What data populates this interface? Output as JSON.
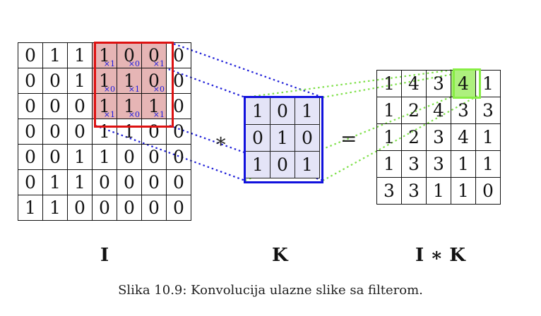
{
  "input_matrix": [
    [
      "0",
      "1",
      "1",
      "1",
      "0",
      "0",
      "0"
    ],
    [
      "0",
      "0",
      "1",
      "1",
      "1",
      "0",
      "0"
    ],
    [
      "0",
      "0",
      "0",
      "1",
      "1",
      "1",
      "0"
    ],
    [
      "0",
      "0",
      "0",
      "1",
      "1",
      "0",
      "0"
    ],
    [
      "0",
      "0",
      "1",
      "1",
      "0",
      "0",
      "0"
    ],
    [
      "0",
      "1",
      "1",
      "0",
      "0",
      "0",
      "0"
    ],
    [
      "1",
      "1",
      "0",
      "0",
      "0",
      "0",
      "0"
    ]
  ],
  "kernel_matrix": [
    [
      "1",
      "0",
      "1"
    ],
    [
      "0",
      "1",
      "0"
    ],
    [
      "1",
      "0",
      "1"
    ]
  ],
  "output_matrix": [
    [
      "1",
      "4",
      "3",
      "4",
      "1"
    ],
    [
      "1",
      "2",
      "4",
      "3",
      "3"
    ],
    [
      "1",
      "2",
      "3",
      "4",
      "1"
    ],
    [
      "1",
      "3",
      "3",
      "1",
      "1"
    ],
    [
      "3",
      "3",
      "1",
      "1",
      "0"
    ]
  ],
  "window_weights": [
    [
      "×1",
      "×0",
      "×1"
    ],
    [
      "×0",
      "×1",
      "×0"
    ],
    [
      "×1",
      "×0",
      "×1"
    ]
  ],
  "highlight": {
    "input_row": 0,
    "input_col": 3,
    "output_row": 0,
    "output_col": 3
  },
  "operators": {
    "conv": "∗",
    "equals": "="
  },
  "labels": {
    "input": "I",
    "kernel": "K",
    "output": "I ∗ K"
  },
  "caption": "Slika 10.9: Konvolucija ulazne slike sa filterom.",
  "colors": {
    "window": "#dd1111",
    "kernel": "#1111dd",
    "result": "#88ee44",
    "window_fill": "#e6b5b5",
    "kernel_fill": "#e4e4f7",
    "result_fill": "#aef07e"
  }
}
